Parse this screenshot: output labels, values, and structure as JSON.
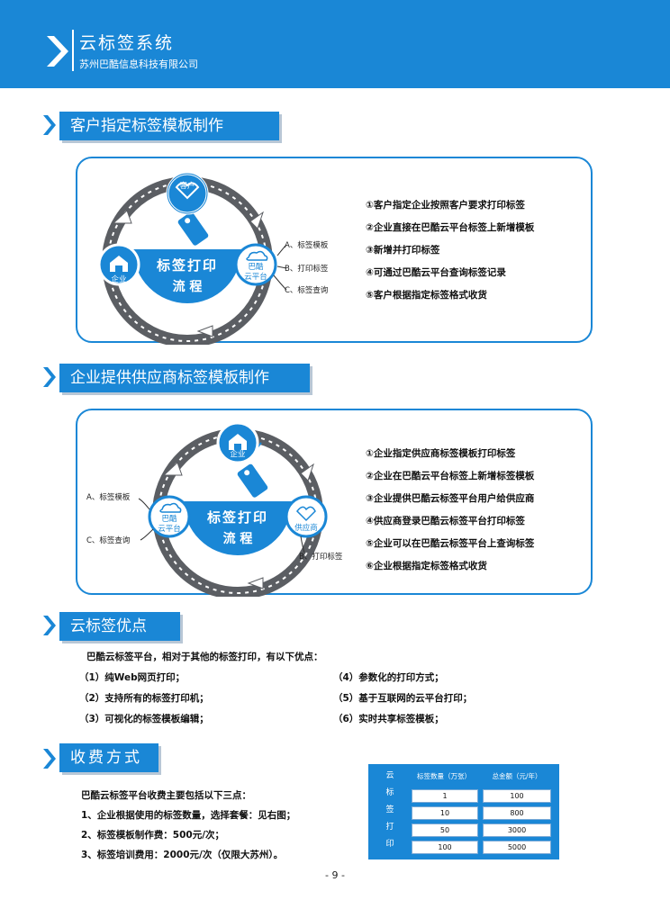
{
  "header": {
    "title": "云标签系统",
    "subtitle": "苏州巴酷信息科技有限公司"
  },
  "section1": {
    "title": "客户指定标签模板制作",
    "diagram": {
      "center_line1": "标签打印",
      "center_line2": "流 程",
      "node_top": "客户",
      "node_left": "企业",
      "node_right_line1": "巴酷",
      "node_right_line2": "云平台",
      "features": [
        "A、标签模板",
        "B、打印标签",
        "C、标签查询"
      ]
    },
    "steps": [
      "①客户指定企业按照客户要求打印标签",
      "②企业直接在巴酷云平台标签上新增模板",
      "③新增并打印标签",
      "④可通过巴酷云平台查询标签记录",
      "⑤客户根据指定标签格式收货"
    ]
  },
  "section2": {
    "title": "企业提供供应商标签模板制作",
    "diagram": {
      "center_line1": "标签打印",
      "center_line2": "流 程",
      "node_top": "企业",
      "node_left_line1": "巴酷",
      "node_left_line2": "云平台",
      "node_right": "供应商",
      "feature_a": "A、标签模板",
      "feature_c": "C、标签查询",
      "feature_b": "B、打印标签"
    },
    "steps": [
      "①企业指定供应商标签模板打印标签",
      "②企业在巴酷云平台标签上新增标签模板",
      "③企业提供巴酷云标签平台用户给供应商",
      "④供应商登录巴酷云标签平台打印标签",
      "⑤企业可以在巴酷云标签平台上查询标签",
      "⑥企业根据指定标签格式收货"
    ]
  },
  "section3": {
    "title": "云标签优点",
    "intro": "巴酷云标签平台，相对于其他的标签打印，有以下优点：",
    "left_items": [
      "（1）纯Web网页打印；",
      "（2）支持所有的标签打印机；",
      "（3）可视化的标签模板编辑；"
    ],
    "right_items": [
      "（4）参数化的打印方式；",
      "（5）基于互联网的云平台打印；",
      "（6）实时共享标签模板；"
    ]
  },
  "section4": {
    "title": "收费方式",
    "intro": "巴酷云标签平台收费主要包括以下三点：",
    "items": [
      "1、企业根据使用的标签数量，选择套餐：见右图；",
      "2、标签模板制作费：500元/次；",
      "3、标签培训费用：2000元/次（仅限大苏州）。"
    ],
    "table": {
      "side_label": [
        "云",
        "标",
        "签",
        "打",
        "印"
      ],
      "headers": [
        "标签数量（万张）",
        "总金额（元/年）"
      ],
      "rows": [
        [
          "1",
          "100"
        ],
        [
          "10",
          "800"
        ],
        [
          "50",
          "3000"
        ],
        [
          "100",
          "5000"
        ]
      ]
    }
  },
  "footer": {
    "page": "- 9 -"
  },
  "colors": {
    "brand_blue": "#1a87d6",
    "ring_gray": "#5b5e63",
    "panel_border": "#1a87d6"
  }
}
